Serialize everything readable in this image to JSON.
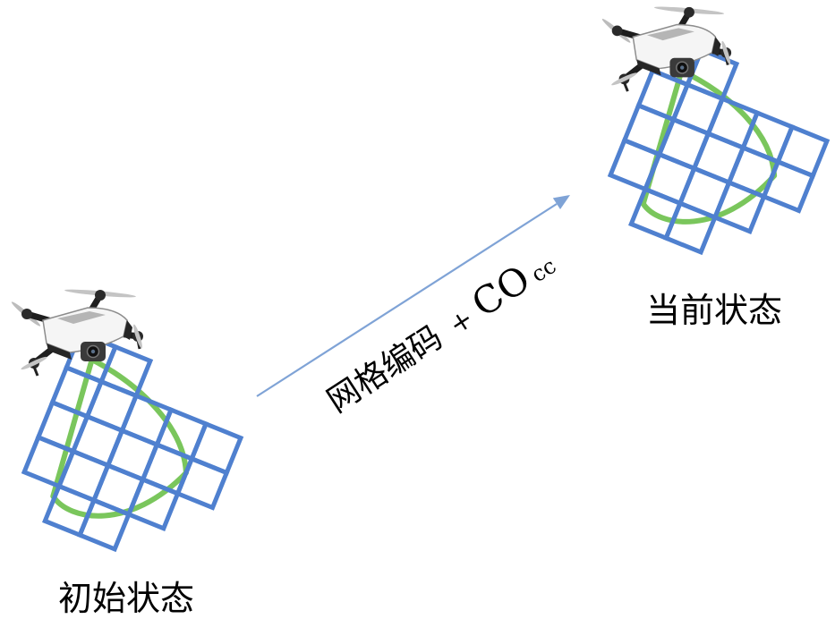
{
  "labels": {
    "initial_state": "初始状态",
    "current_state": "当前状态"
  },
  "arrow_label": {
    "method": "网格编码",
    "plus": "+",
    "term": "CO",
    "subscript": "cc"
  },
  "icons": {
    "drone": "drone-icon"
  },
  "colors": {
    "grid": "#4f80cf",
    "path": "#6cc04a",
    "arrow": "#7fa3d6",
    "text": "#000000",
    "background": "#ffffff"
  }
}
